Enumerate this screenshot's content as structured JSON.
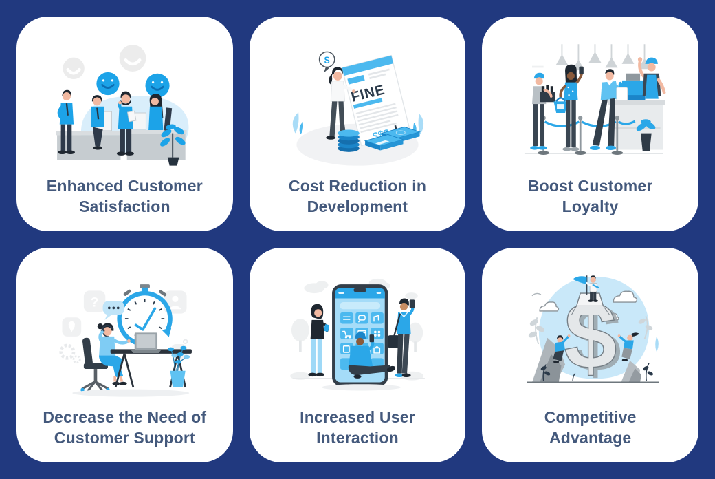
{
  "palette": {
    "page_background": "#21397f",
    "card_background": "#ffffff",
    "caption_color": "#44597c",
    "accent_blue": "#1ca3e8",
    "mid_blue": "#4cb9ef",
    "light_blue": "#d9eefb",
    "dark_navy": "#2e3a4a"
  },
  "cards": [
    {
      "title_line1": "Enhanced Customer",
      "title_line2": "Satisfaction",
      "illustration": "office-team-with-smiley-bubbles"
    },
    {
      "title_line1": "Cost Reduction in",
      "title_line2": "Development",
      "illustration": "woman-with-fine-document-and-money",
      "doc_label": "FINE",
      "doc_amount": "$$$",
      "doc_exclamation": "!",
      "bubble_symbol": "$"
    },
    {
      "title_line1": "Boost Customer",
      "title_line2": "Loyalty",
      "illustration": "store-checkout-queue"
    },
    {
      "title_line1": "Decrease the Need of",
      "title_line2": "Customer Support",
      "illustration": "support-agent-with-stopwatch",
      "floating_icon_question": "?"
    },
    {
      "title_line1": "Increased User",
      "title_line2": "Interaction",
      "illustration": "giant-phone-with-app-users"
    },
    {
      "title_line1": "Competitive",
      "title_line2": "Advantage",
      "illustration": "climbers-on-dollar-mountain",
      "mountain_symbol": "$"
    }
  ]
}
